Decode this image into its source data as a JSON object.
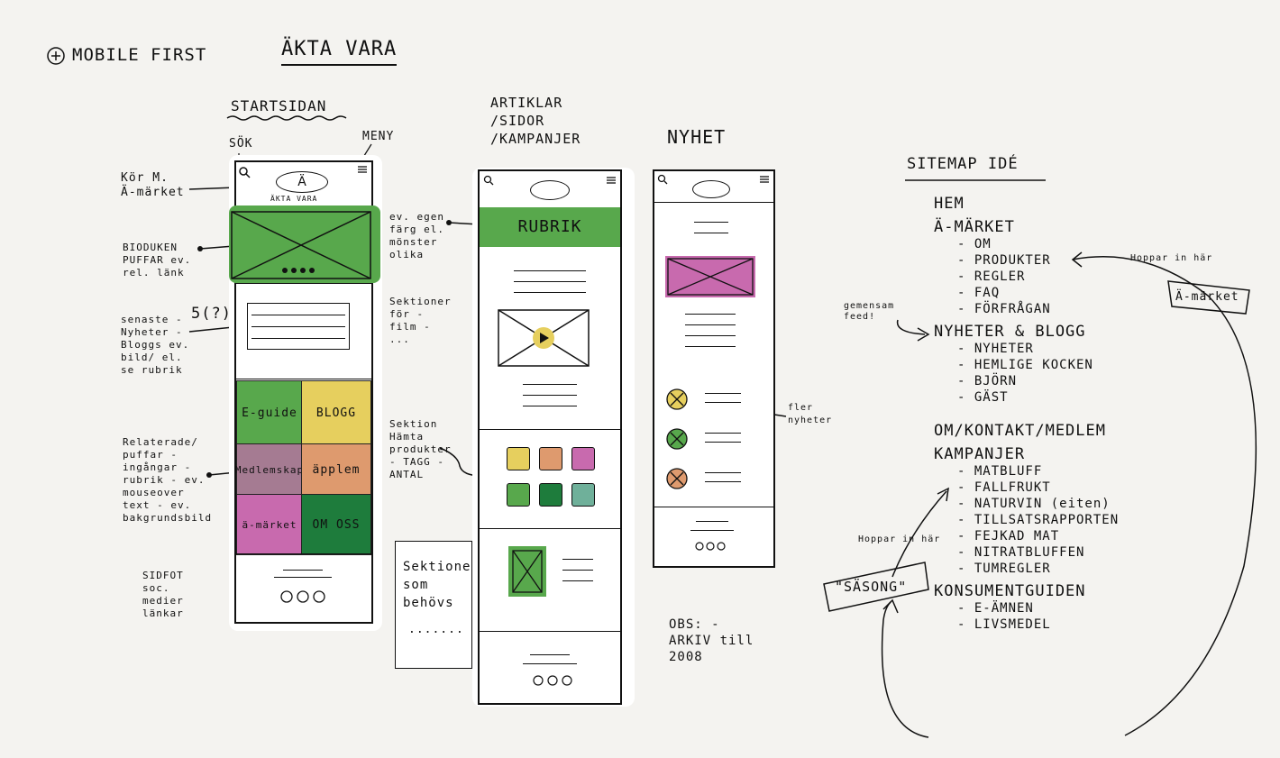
{
  "header": {
    "mobile_first": "MOBILE FIRST",
    "project_title": "ÄKTA VARA"
  },
  "startsidan": {
    "title": "STARTSIDAN",
    "sok_label": "SÖK",
    "meny_label": "MENY",
    "logo_letter": "Ä",
    "logo_text": "ÄKTA VARA",
    "tiles": {
      "eguide": "E-guide",
      "blogg": "BLOGG",
      "medlemskap": "Medlemskap",
      "applem": "äpplem",
      "amarket": "ä-märket",
      "om_oss": "OM OSS"
    },
    "annotations": {
      "logo": "Kör M. Ä-märket",
      "bioduken": "BIODUKEN PUFFAR ev. rel. länk",
      "senaste_count": "5(?)",
      "senaste": "senaste - Nyheter - Bloggs ev. bild/ el. se rubrik",
      "relaterade": "Relaterade/ puffar - ingångar - rubrik - ev. mouseover text - ev. bakgrundsbild",
      "sidfot": "SIDFOT soc. medier länkar"
    }
  },
  "sektioner_box": {
    "text": "Sektioner som behövs",
    "dots": "......."
  },
  "artiklar": {
    "title": "ARTIKLAR /SIDOR /KAMPANJER",
    "rubrik": "RUBRIK",
    "annotations": {
      "egen_farg": "ev. egen färg el. mönster olika",
      "sektioner_for": "Sektioner för - film - ...",
      "hamta_produkter": "Sektion Hämta produkter - TAGG - ANTAL"
    },
    "product_colors": [
      "#e6cf5e",
      "#de9a6e",
      "#c86aae",
      "#58a84c",
      "#1e7c3c",
      "#6fb09a"
    ]
  },
  "nyhet": {
    "title": "NYHET",
    "fler_nyheter": "fler nyheter",
    "obs": "OBS: - ARKIV till 2008"
  },
  "sitemap": {
    "title": "SITEMAP IDÉ",
    "items": [
      {
        "label": "HEM",
        "children": []
      },
      {
        "label": "Ä-MÄRKET",
        "children": [
          "OM",
          "PRODUKTER",
          "REGLER",
          "FAQ",
          "FÖRFRÅGAN"
        ]
      },
      {
        "label": "NYHETER & BLOGG",
        "children": [
          "NYHETER",
          "HEMLIGE KOCKEN",
          "BJÖRN",
          "GÄST"
        ]
      },
      {
        "label": "OM/KONTAKT/MEDLEM",
        "children": []
      },
      {
        "label": "KAMPANJER",
        "children": [
          "MATBLUFF",
          "FALLFRUKT",
          "NATURVIN (eiten)",
          "TILLSATSRAPPORTEN",
          "FEJKAD MAT",
          "NITRATBLUFFEN",
          "TUMREGLER"
        ]
      },
      {
        "label": "KONSUMENTGUIDEN",
        "children": [
          "E-ÄMNEN",
          "LIVSMEDEL"
        ]
      }
    ],
    "hoppar_in": "Hoppar in här",
    "amarket_box": "Ä-märket",
    "gemensam": "gemensam feed!",
    "hoppar_in2": "Hoppar in här",
    "sasong": "\"SÄSONG\""
  },
  "colors": {
    "green": "#58a84c",
    "yellow": "#e6cf5e",
    "orange": "#de9a6e",
    "purple": "#a57b92",
    "pink": "#c86aae",
    "darkgreen": "#1e7c3c"
  }
}
